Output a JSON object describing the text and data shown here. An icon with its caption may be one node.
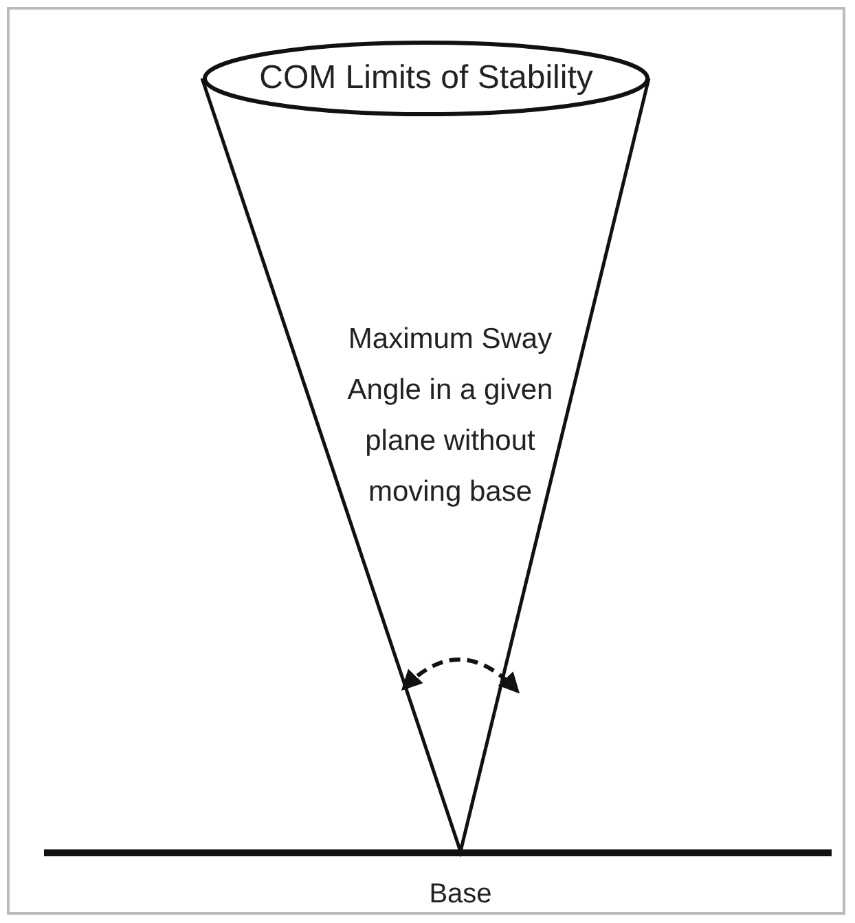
{
  "diagram": {
    "nodes": [
      {
        "text": [
          "COM Limits of Stability"
        ]
      }
    ],
    "labels": [
      "Maximum Sway Angle in a given plane without moving base",
      "Base"
    ]
  }
}
